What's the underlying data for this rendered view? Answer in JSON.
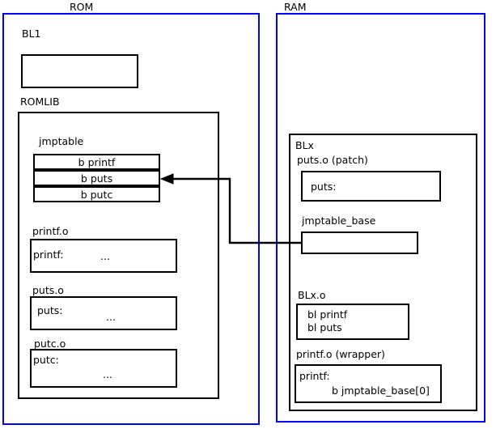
{
  "diagram": {
    "title_rom": "ROM",
    "title_ram": "RAM",
    "accent_color": "#0000ff",
    "line_color": "#000000",
    "background": "#ffffff"
  },
  "rom": {
    "label": "ROM",
    "bl1": {
      "label": "BL1",
      "body": ""
    },
    "romlib": {
      "label": "ROMLIB",
      "jmptable": {
        "label": "jmptable",
        "entries": [
          "b printf",
          "b puts",
          "b putc"
        ]
      },
      "objects": [
        {
          "label": "printf.o",
          "symbol": "printf:",
          "body": "..."
        },
        {
          "label": "puts.o",
          "symbol": "puts:",
          "body": "..."
        },
        {
          "label": "putc.o",
          "symbol": "putc:",
          "body": "..."
        }
      ]
    }
  },
  "ram": {
    "label": "RAM",
    "blx": {
      "label": "BLx",
      "patch": {
        "label": "puts.o (patch)",
        "symbol": "puts:"
      },
      "jmptable_base": {
        "label": "jmptable_base",
        "body": ""
      },
      "blx_o": {
        "label": "BLx.o",
        "line1": "bl printf",
        "line2": "bl puts"
      },
      "wrapper": {
        "label": "printf.o (wrapper)",
        "symbol": "printf:",
        "branch": "b jmptable_base[0]"
      }
    }
  },
  "connector": {
    "name": "jmptable-base-to-b-puts-arrow",
    "from": "jmptable_base",
    "to": "b puts"
  }
}
